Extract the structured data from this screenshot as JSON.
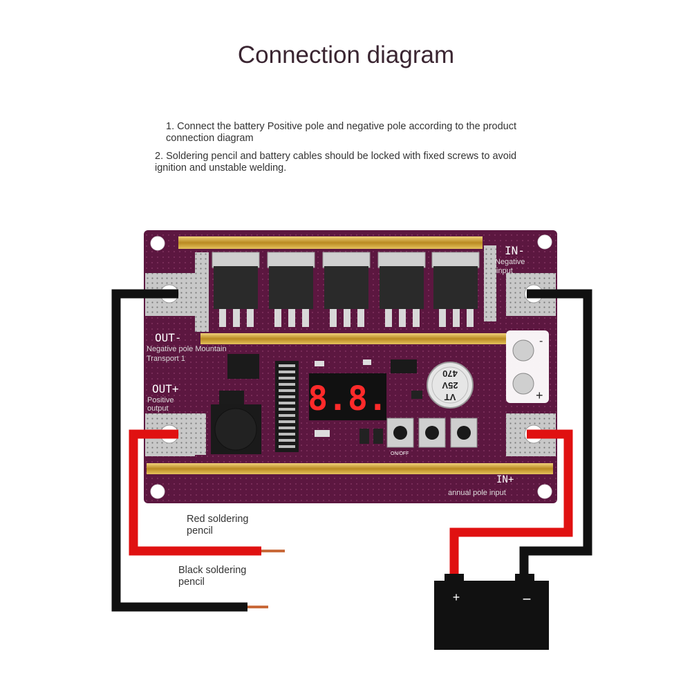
{
  "title": "Connection diagram",
  "notes": {
    "note1_line1": "1. Connect the battery Positive pole and negative pole according to the product",
    "note1_line2": "connection diagram",
    "note2_line1": "2. Soldering pencil and battery cables should be locked with fixed screws to avoid",
    "note2_line2": "ignition and unstable welding."
  },
  "board": {
    "in_minus": "IN-",
    "in_minus_desc_1": "Negative",
    "in_minus_desc_2": "input",
    "out_minus": "OUT-",
    "out_minus_desc_1": "Negative pole Mountain",
    "out_minus_desc_2": "Transport 1",
    "out_plus": "OUT+",
    "out_plus_desc_1": "Positive",
    "out_plus_desc_2": "output",
    "in_plus": "IN+",
    "in_plus_desc": "annual pole input",
    "side_minus": "-",
    "side_plus": "+",
    "display": "8.8.",
    "cap_1": "VT",
    "cap_2": "25V",
    "cap_3": "470",
    "onoff": "ON/OFF"
  },
  "labels": {
    "red_pencil_1": "Red soldering",
    "red_pencil_2": "pencil",
    "black_pencil_1": "Black soldering",
    "black_pencil_2": "pencil"
  },
  "battery": {
    "plus_sign": "+",
    "minus_sign": "−"
  },
  "colors": {
    "pcb": "#5c1740",
    "copper": "#c9a63c",
    "red_cable": "#e01111",
    "black_cable": "#111111",
    "display_red": "#ff2a2a"
  }
}
